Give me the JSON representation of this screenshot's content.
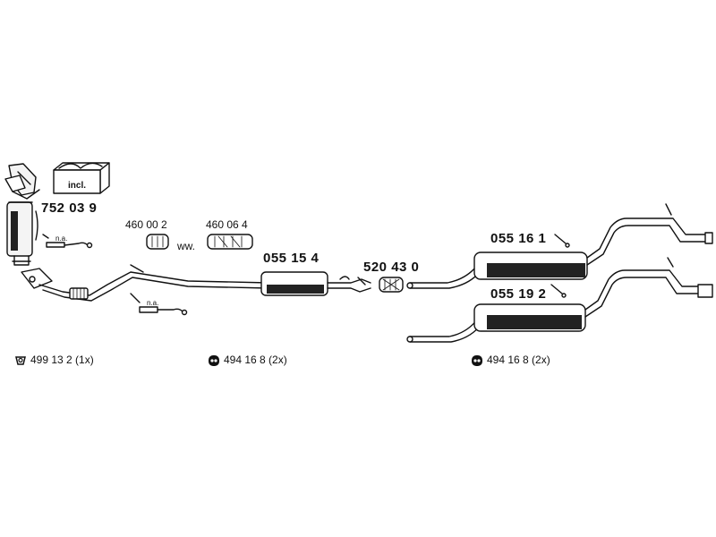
{
  "parts": {
    "cat_manifold": "752 03 9",
    "incl_box": "incl.",
    "clamp_a": "460 00 2",
    "clamp_b": "460 06 4",
    "ww": "ww.",
    "middle_silencer": "055 15 4",
    "connector": "520 43 0",
    "rear_silencer_1": "055 16 1",
    "rear_silencer_2": "055 19 2"
  },
  "notes": {
    "na_1": "n.a.",
    "na_2": "n.a."
  },
  "footer": {
    "gasket": "499 13 2 (1x)",
    "hanger_1": "494 16 8  (2x)",
    "hanger_2": "494 16 8 (2x)"
  },
  "icons": [
    "gasket-ring-icon",
    "rubber-hanger-icon"
  ],
  "colors": {
    "line": "#111111",
    "fill_dark": "#222222",
    "fill_light": "#f4f4f4"
  }
}
